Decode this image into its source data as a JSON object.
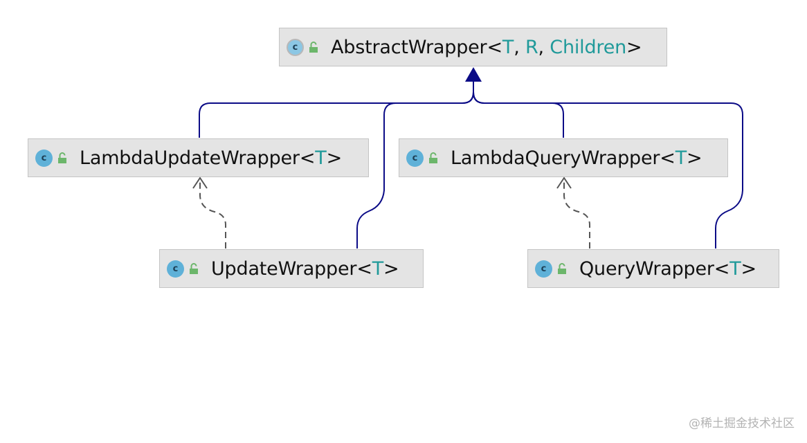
{
  "diagram": {
    "nodes": {
      "abstract_wrapper": {
        "icon": "c",
        "name": "AbstractWrapper",
        "open": "<",
        "params": [
          {
            "name": "T",
            "sep": ", "
          },
          {
            "name": "R",
            "sep": ", "
          },
          {
            "name": "Children",
            "sep": ""
          }
        ],
        "close": ">"
      },
      "lambda_update_wrapper": {
        "icon": "c",
        "name": "LambdaUpdateWrapper",
        "open": "<",
        "params": [
          {
            "name": "T",
            "sep": ""
          }
        ],
        "close": ">"
      },
      "lambda_query_wrapper": {
        "icon": "c",
        "name": "LambdaQueryWrapper",
        "open": "<",
        "params": [
          {
            "name": "T",
            "sep": ""
          }
        ],
        "close": ">"
      },
      "update_wrapper": {
        "icon": "c",
        "name": "UpdateWrapper",
        "open": "<",
        "params": [
          {
            "name": "T",
            "sep": ""
          }
        ],
        "close": ">"
      },
      "query_wrapper": {
        "icon": "c",
        "name": "QueryWrapper",
        "open": "<",
        "params": [
          {
            "name": "T",
            "sep": ""
          }
        ],
        "close": ">"
      }
    },
    "edges": [
      {
        "from": "lambda_update_wrapper",
        "to": "abstract_wrapper",
        "kind": "extends"
      },
      {
        "from": "lambda_query_wrapper",
        "to": "abstract_wrapper",
        "kind": "extends"
      },
      {
        "from": "update_wrapper",
        "to": "abstract_wrapper",
        "kind": "extends"
      },
      {
        "from": "query_wrapper",
        "to": "abstract_wrapper",
        "kind": "extends"
      },
      {
        "from": "update_wrapper",
        "to": "lambda_update_wrapper",
        "kind": "dependency"
      },
      {
        "from": "query_wrapper",
        "to": "lambda_query_wrapper",
        "kind": "dependency"
      }
    ],
    "colors": {
      "extends_line": "#0b0b86",
      "dependency_line": "#555555",
      "type_param": "#209a9a",
      "node_bg": "#e4e4e4",
      "node_border": "#c4c4c4",
      "class_icon": "#5fb1d8",
      "lock_icon": "#6cb66b"
    },
    "icons": {
      "class": "class-c-icon",
      "visibility": "unlocked-padlock-icon"
    }
  },
  "watermark": "@稀土掘金技术社区"
}
